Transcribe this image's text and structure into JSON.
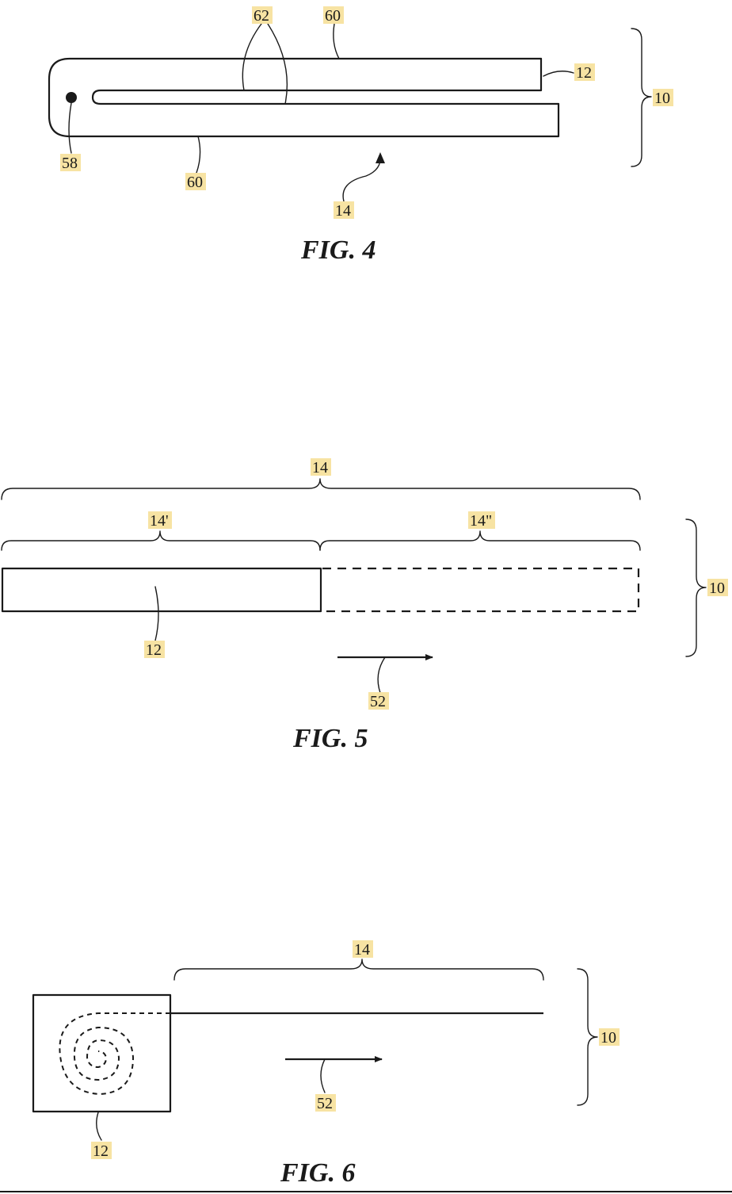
{
  "figures": {
    "fig4": {
      "title": "FIG. 4",
      "labels": {
        "n62": "62",
        "n60_top": "60",
        "n12": "12",
        "n10": "10",
        "n58": "58",
        "n60_bottom": "60",
        "n14": "14"
      }
    },
    "fig5": {
      "title": "FIG. 5",
      "labels": {
        "n14": "14",
        "n14p": "14'",
        "n14pp": "14\"",
        "n10": "10",
        "n12": "12",
        "n52": "52"
      }
    },
    "fig6": {
      "title": "FIG. 6",
      "labels": {
        "n14": "14",
        "n10": "10",
        "n52": "52",
        "n12": "12"
      }
    }
  }
}
